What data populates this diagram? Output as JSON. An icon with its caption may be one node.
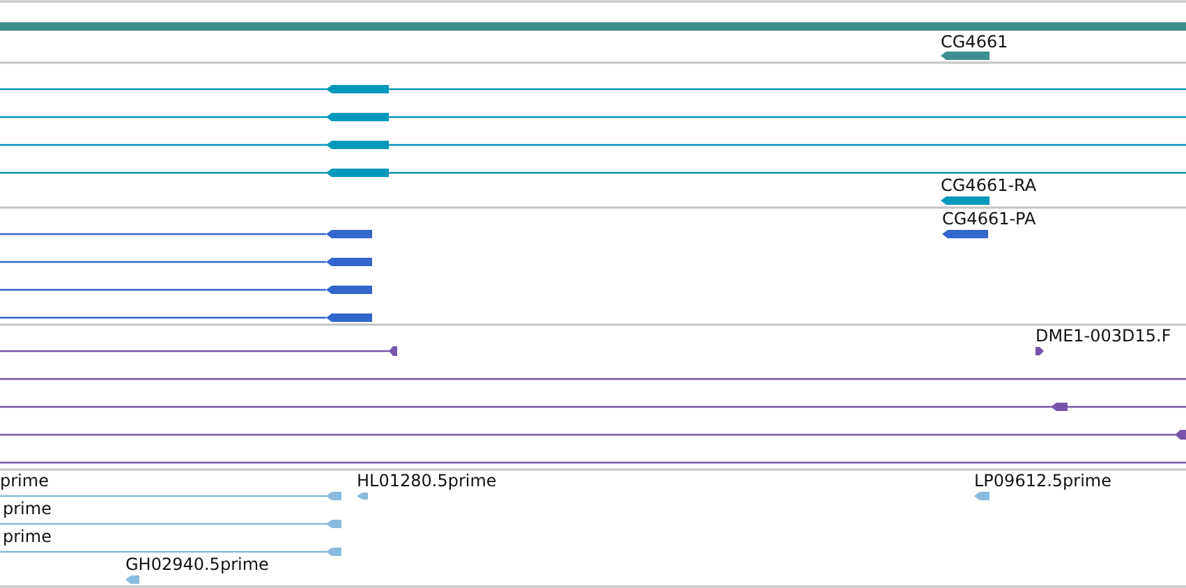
{
  "diagram": {
    "labels": [
      "CG4661",
      "CG4661-RA",
      "CG4661-PA",
      "DME1-003D15.F",
      "prime",
      "HL01280.5prime",
      "LP09612.5prime",
      "prime",
      "prime",
      "GH02940.5prime"
    ]
  }
}
